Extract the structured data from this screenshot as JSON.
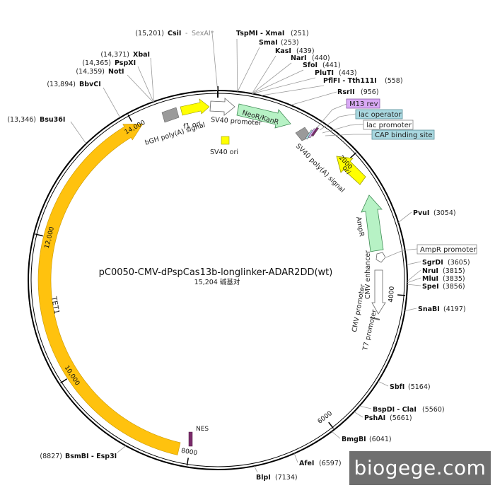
{
  "title": "pC0050-CMV-dPspCas13b-longlinker-ADAR2DD(wt)",
  "subtitle": "15,204 碱基对",
  "watermark": "biogege.com",
  "total_bp": 15204,
  "ticks": [
    {
      "bp": 2000,
      "label": "2000"
    },
    {
      "bp": 4000,
      "label": "4000"
    },
    {
      "bp": 6000,
      "label": "6000"
    },
    {
      "bp": 8000,
      "label": "8000"
    },
    {
      "bp": 10000,
      "label": "10,000"
    },
    {
      "bp": 12000,
      "label": "12,000"
    },
    {
      "bp": 14000,
      "label": "14,000"
    }
  ],
  "sites": [
    {
      "name": "CsiI",
      "extra": "SexAI*",
      "pos": "(15,201)",
      "bp": 15201
    },
    {
      "name": "TspMI - XmaI",
      "pos": "(251)",
      "bp": 251
    },
    {
      "name": "SmaI",
      "pos": "(253)",
      "bp": 253
    },
    {
      "name": "KasI",
      "pos": "(439)",
      "bp": 439
    },
    {
      "name": "NarI",
      "pos": "(440)",
      "bp": 440
    },
    {
      "name": "SfoI",
      "pos": "(441)",
      "bp": 441
    },
    {
      "name": "PluTI",
      "pos": "(443)",
      "bp": 443
    },
    {
      "name": "PflFI - Tth111I",
      "pos": "(558)",
      "bp": 558
    },
    {
      "name": "RsrII",
      "pos": "(956)",
      "bp": 956
    },
    {
      "name": "PvuI",
      "pos": "(3054)",
      "bp": 3054
    },
    {
      "name": "SgrDI",
      "pos": "(3605)",
      "bp": 3605
    },
    {
      "name": "NruI",
      "pos": "(3815)",
      "bp": 3815
    },
    {
      "name": "MluI",
      "pos": "(3835)",
      "bp": 3835
    },
    {
      "name": "SpeI",
      "pos": "(3856)",
      "bp": 3856
    },
    {
      "name": "SnaBI",
      "pos": "(4197)",
      "bp": 4197
    },
    {
      "name": "SbfI",
      "pos": "(5164)",
      "bp": 5164
    },
    {
      "name": "BspDI - ClaI",
      "pos": "(5560)",
      "bp": 5560
    },
    {
      "name": "PshAI",
      "pos": "(5661)",
      "bp": 5661
    },
    {
      "name": "BmgBI",
      "pos": "(6041)",
      "bp": 6041
    },
    {
      "name": "AfeI",
      "pos": "(6597)",
      "bp": 6597
    },
    {
      "name": "BlpI",
      "pos": "(7134)",
      "bp": 7134
    },
    {
      "name": "BsmBI - Esp3I",
      "pos": "(8827)",
      "bp": 8827
    },
    {
      "name": "Bsu36I",
      "pos": "(13,346)",
      "bp": 13346
    },
    {
      "name": "BbvCI",
      "pos": "(13,894)",
      "bp": 13894
    },
    {
      "name": "NotI",
      "pos": "(14,359)",
      "bp": 14359
    },
    {
      "name": "PspXI",
      "pos": "(14,365)",
      "bp": 14365
    },
    {
      "name": "XbaI",
      "pos": "(14,371)",
      "bp": 14371
    }
  ],
  "features": [
    {
      "name": "TET1",
      "color": "#ffc20e"
    },
    {
      "name": "NES",
      "color": "#7b2b6b"
    },
    {
      "name": "NeoR/KanR",
      "color": "#b7f2c5"
    },
    {
      "name": "SV40 promoter",
      "color": "#ffffff"
    },
    {
      "name": "f1 ori",
      "color": "#ffff00"
    },
    {
      "name": "bGH poly(A) signal",
      "color": "#9a9a9a"
    },
    {
      "name": "SV40 ori",
      "color": "#ffff00"
    },
    {
      "name": "SV40 poly(A) signal",
      "color": "#9a9a9a"
    },
    {
      "name": "ori",
      "color": "#ffff00"
    },
    {
      "name": "AmpR",
      "color": "#b7f2c5"
    },
    {
      "name": "CMV enhancer",
      "color": "#ffffff"
    },
    {
      "name": "CMV promoter",
      "color": "#ffffff"
    },
    {
      "name": "T7 promoter",
      "color": "#ffffff"
    }
  ],
  "boxes": [
    {
      "label": "M13 rev",
      "color": "#d9a9f5"
    },
    {
      "label": "lac operator",
      "color": "#a9d8e0"
    },
    {
      "label": "lac promoter",
      "color": "#ffffff"
    },
    {
      "label": "CAP binding site",
      "color": "#a9d8e0"
    },
    {
      "label": "AmpR promoter",
      "color": "#ffffff"
    }
  ]
}
